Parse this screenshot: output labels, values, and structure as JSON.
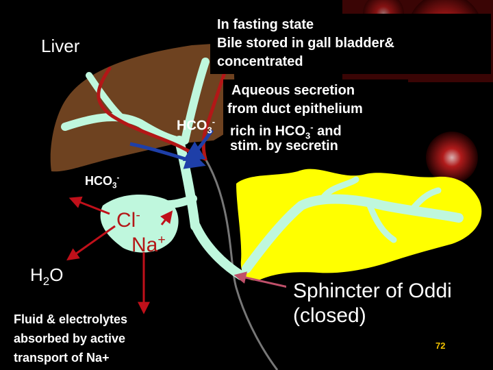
{
  "colors": {
    "background": "#000000",
    "liver": "#6e4220",
    "ducts": "#bff7dd",
    "pancreas": "#ffff00",
    "blood_vessel": "#b31717",
    "blue_arrow": "#1e3fa8",
    "red_arrow": "#c0101a",
    "pink_arrow": "#c0506a",
    "page_number": "#f2c200"
  },
  "labels": {
    "liver": "Liver",
    "fasting_line1": "In fasting state",
    "fasting_line2": "Bile stored in gall bladder&",
    "fasting_line3": "concentrated",
    "aqueous_line1": "Aqueous secretion",
    "aqueous_line2": "from duct epithelium",
    "aqueous_line3a": "rich in HCO",
    "aqueous_line3_sub": "3",
    "aqueous_line3_sup": "-",
    "aqueous_line3b": " and",
    "aqueous_line4": "stim. by secretin",
    "hco3_base": "HCO",
    "hco3_sub": "3",
    "hco3_sup": "-",
    "cl_base": "Cl",
    "cl_sup": "-",
    "na_base": "Na",
    "na_sup": "+",
    "h2o_h": "H",
    "h2o_sub": "2",
    "h2o_o": "O",
    "fluid_line1": "Fluid & electrolytes",
    "fluid_line2": "absorbed by active",
    "fluid_line3": "transport of Na+",
    "oddi_line1": "Sphincter of Oddi",
    "oddi_line2": "(closed)",
    "page_number": "72"
  }
}
